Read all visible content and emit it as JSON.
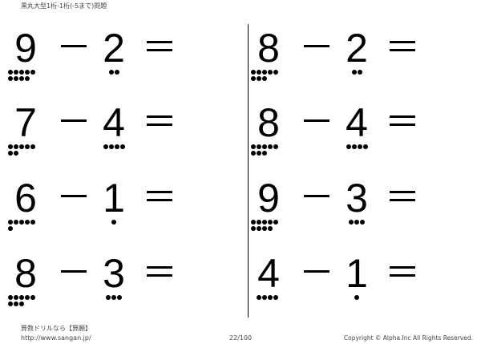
{
  "header": {
    "title": "黒丸大型1桁-1桁(-5まで)問題"
  },
  "operator": "－",
  "equals": "＝",
  "problems": [
    {
      "a": 9,
      "b": 2
    },
    {
      "a": 7,
      "b": 4
    },
    {
      "a": 6,
      "b": 1
    },
    {
      "a": 8,
      "b": 3
    },
    {
      "a": 8,
      "b": 2
    },
    {
      "a": 8,
      "b": 4
    },
    {
      "a": 9,
      "b": 3
    },
    {
      "a": 4,
      "b": 1
    }
  ],
  "footer": {
    "brand": "算数ドリルなら【算願】",
    "url": "http://www.sangan.jp/",
    "page": "22/100",
    "copyright": "Copyright © Alpha.Inc All Rights Reserved."
  }
}
